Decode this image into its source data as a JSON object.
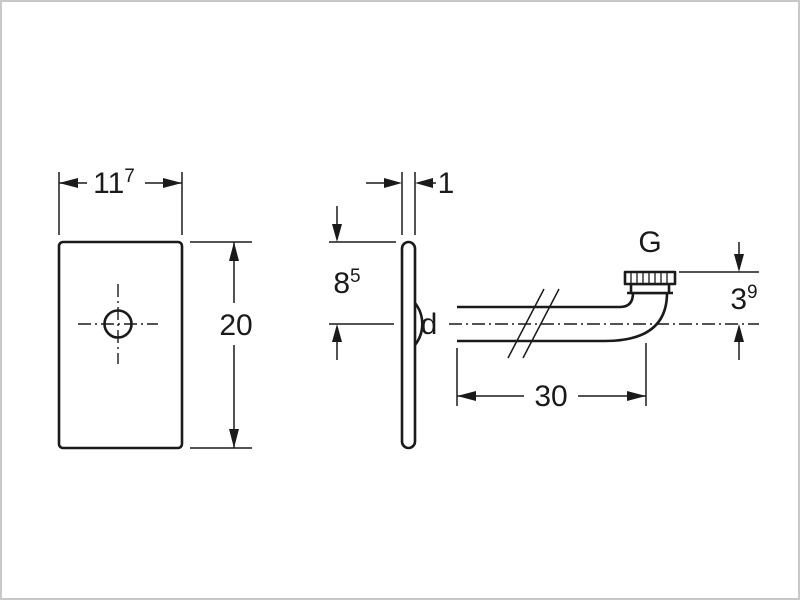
{
  "drawing": {
    "front_view": {
      "width": {
        "main": "11",
        "sup": "7"
      },
      "height": "20"
    },
    "side_view": {
      "thickness": "1",
      "top_to_axis": {
        "main": "8",
        "sup": "5"
      }
    },
    "pipe": {
      "diameter": "d",
      "thread": "G",
      "axis_to_thread": {
        "main": "3",
        "sup": "9"
      },
      "length": "30"
    },
    "colors": {
      "line": "#1a1a1a",
      "frame": "#c8c8c8",
      "background": "#ffffff"
    }
  }
}
